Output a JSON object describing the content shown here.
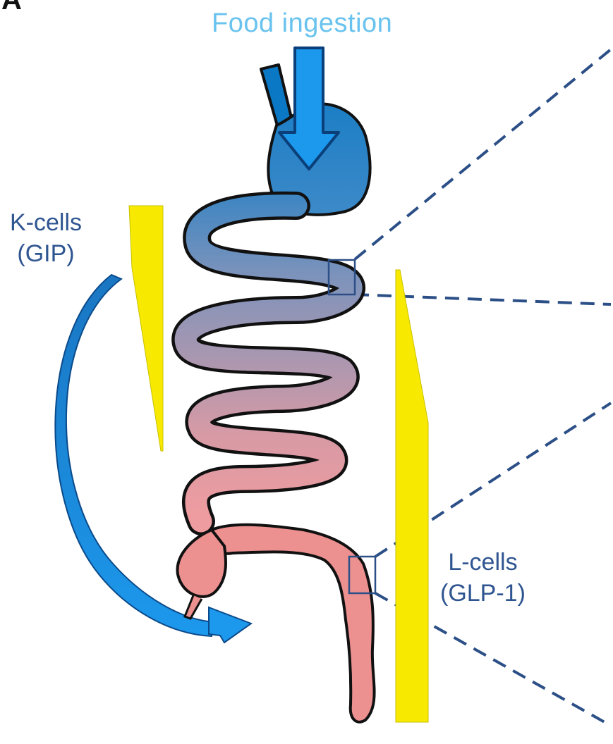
{
  "panel_letter": "A",
  "title": "Food ingestion",
  "k_cells": {
    "name": "K-cells",
    "hormone": "(GIP)"
  },
  "l_cells": {
    "name": "L-cells",
    "hormone": "(GLP-1)"
  },
  "colors": {
    "title": "#69c3ee",
    "label": "#2f5591",
    "arrow_blue": "#1a8fe0",
    "cell_gradient_yellow": "#f7ea00",
    "gut_top": "#1a7fc4",
    "gut_mid": "#9a9fb8",
    "gut_bottom": "#f09a9a",
    "colon": "#ec9090",
    "dash_line": "#2b4f86"
  }
}
